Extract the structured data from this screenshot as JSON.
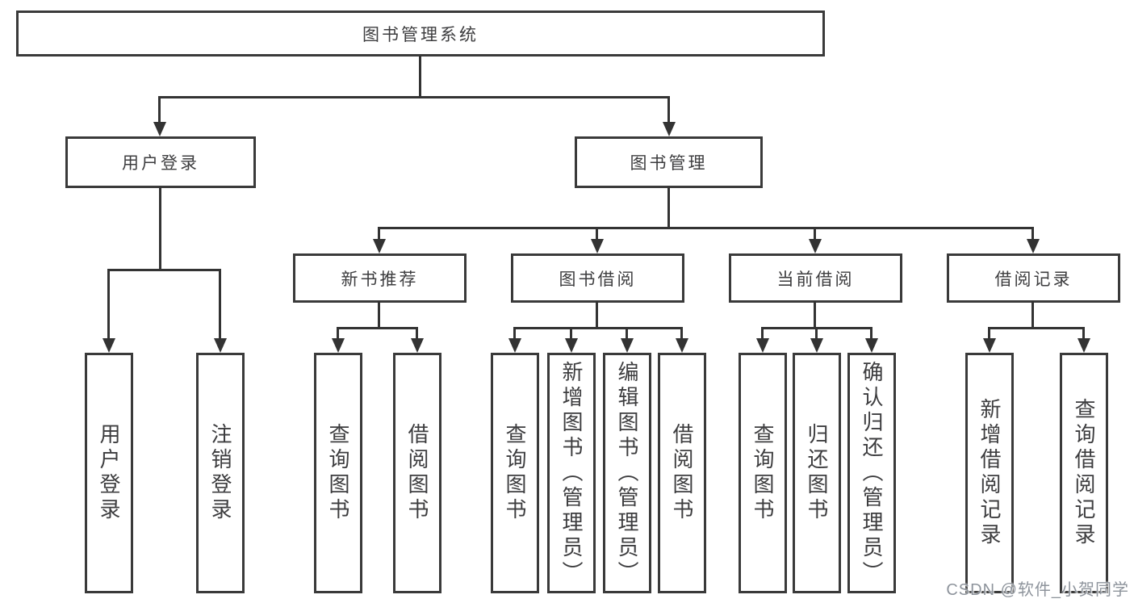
{
  "palette": {
    "background": "#ffffff",
    "box_border": "#3a3a3a",
    "connector_line": "#333333",
    "text": "#3d3d3f",
    "watermark_text": "#8e949c"
  },
  "tree": {
    "root": "图书管理系统",
    "branches": [
      {
        "label": "用户登录",
        "children": [
          {
            "label": "用户登录"
          },
          {
            "label": "注销登录"
          }
        ]
      },
      {
        "label": "图书管理",
        "children": [
          {
            "label": "新书推荐",
            "children": [
              {
                "label": "查询图书"
              },
              {
                "label": "借阅图书"
              }
            ]
          },
          {
            "label": "图书借阅",
            "children": [
              {
                "label": "查询图书"
              },
              {
                "label": "新增图书（管理员）"
              },
              {
                "label": "编辑图书（管理员）"
              },
              {
                "label": "借阅图书"
              }
            ]
          },
          {
            "label": "当前借阅",
            "children": [
              {
                "label": "查询图书"
              },
              {
                "label": "归还图书"
              },
              {
                "label": "确认归还（管理员）"
              }
            ]
          },
          {
            "label": "借阅记录",
            "children": [
              {
                "label": "新增借阅记录"
              },
              {
                "label": "查询借阅记录"
              }
            ]
          }
        ]
      }
    ]
  },
  "watermark": {
    "text": "CSDN @软件_小贺同学"
  }
}
